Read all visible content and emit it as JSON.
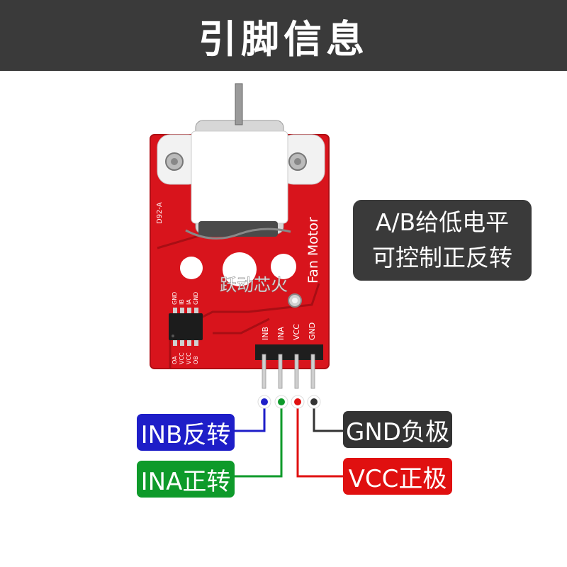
{
  "header": {
    "title": "引脚信息"
  },
  "note": {
    "line1": "A/B给低电平",
    "line2": "可控制正反转"
  },
  "board": {
    "name": "Fan Motor",
    "version": "D92-A",
    "watermark": "跃动芯火",
    "header_pins": [
      "INB",
      "INA",
      "VCC",
      "GND"
    ],
    "chip_pins_top": [
      "GND",
      "IB",
      "IA",
      "GND"
    ],
    "chip_pins_bottom": [
      "OA",
      "VCC",
      "VCC",
      "OB"
    ]
  },
  "pins": {
    "inb": {
      "label": "INB反转",
      "color": "#1e1ec8"
    },
    "ina": {
      "label": "INA正转",
      "color": "#0e9a2a"
    },
    "vcc": {
      "label": "VCC正极",
      "color": "#e01010"
    },
    "gnd": {
      "label": "GND负极",
      "color": "#333333"
    }
  },
  "colors": {
    "header_bg": "#3a3a3a",
    "pcb": "#d8141c"
  }
}
